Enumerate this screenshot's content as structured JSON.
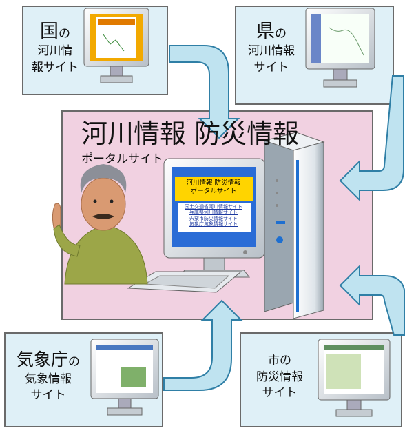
{
  "sites": {
    "national": {
      "line1_big": "国",
      "line1_small": "の",
      "line2": "河川情",
      "line3": "報サイト"
    },
    "prefecture": {
      "line1_big": "県",
      "line1_small": "の",
      "line2": "河川情報",
      "line3": "サイト"
    },
    "meteorological": {
      "line1_big": "気象庁",
      "line1_small": "の",
      "line2": "気象情報",
      "line3": "サイト"
    },
    "city": {
      "line1": "市の",
      "line2": "防災情報",
      "line3": "サイト"
    }
  },
  "portal": {
    "title": "河川情報 防災情報",
    "subtitle": "ポータルサイト",
    "screen_title_line1": "河川情報 防災情報",
    "screen_title_line2": "ポータルサイト",
    "screen_links": [
      "国土交通省河川情報サイト",
      "兵庫県河川情報サイト",
      "宍粟市防災情報サイト",
      "気象庁気象情報サイト"
    ]
  },
  "colors": {
    "site_box": "#dff0f7",
    "portal_box": "#f1d1e1",
    "arrow_fill": "#bfe3f0",
    "arrow_stroke": "#2f7fa6",
    "screen_blue": "#2a6cd6",
    "screen_yellow": "#ffd400"
  }
}
